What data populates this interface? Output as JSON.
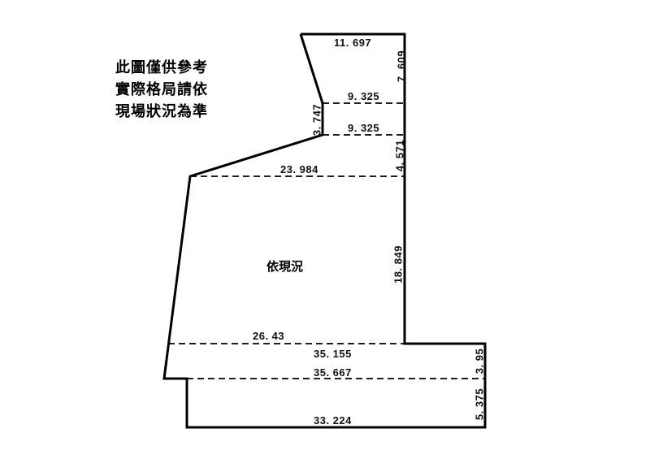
{
  "disclaimer": {
    "lines": [
      "此圖僅供參考",
      "實際格局請依",
      "現場狀況為準"
    ]
  },
  "area_label": "依現況",
  "colors": {
    "outline": "#000000",
    "background": "#ffffff"
  },
  "dimensions": {
    "horizontal": [
      {
        "label": "11.697",
        "display": "11. 697"
      },
      {
        "label": "9.325 (upper)",
        "display": "9. 325"
      },
      {
        "label": "9.325 (lower)",
        "display": "9. 325"
      },
      {
        "label": "23.984",
        "display": "23. 984"
      },
      {
        "label": "26.43",
        "display": "26. 43"
      },
      {
        "label": "35.155",
        "display": "35. 155"
      },
      {
        "label": "35.667",
        "display": "35. 667"
      },
      {
        "label": "33.224",
        "display": "33. 224"
      }
    ],
    "vertical": [
      {
        "label": "7.609",
        "display": "7. 609"
      },
      {
        "label": "3.747",
        "display": "3. 747"
      },
      {
        "label": "4.571",
        "display": "4. 571"
      },
      {
        "label": "18.849",
        "display": "18. 849"
      },
      {
        "label": "3.95",
        "display": "3. 95"
      },
      {
        "label": "5.375",
        "display": "5. 375"
      }
    ]
  }
}
